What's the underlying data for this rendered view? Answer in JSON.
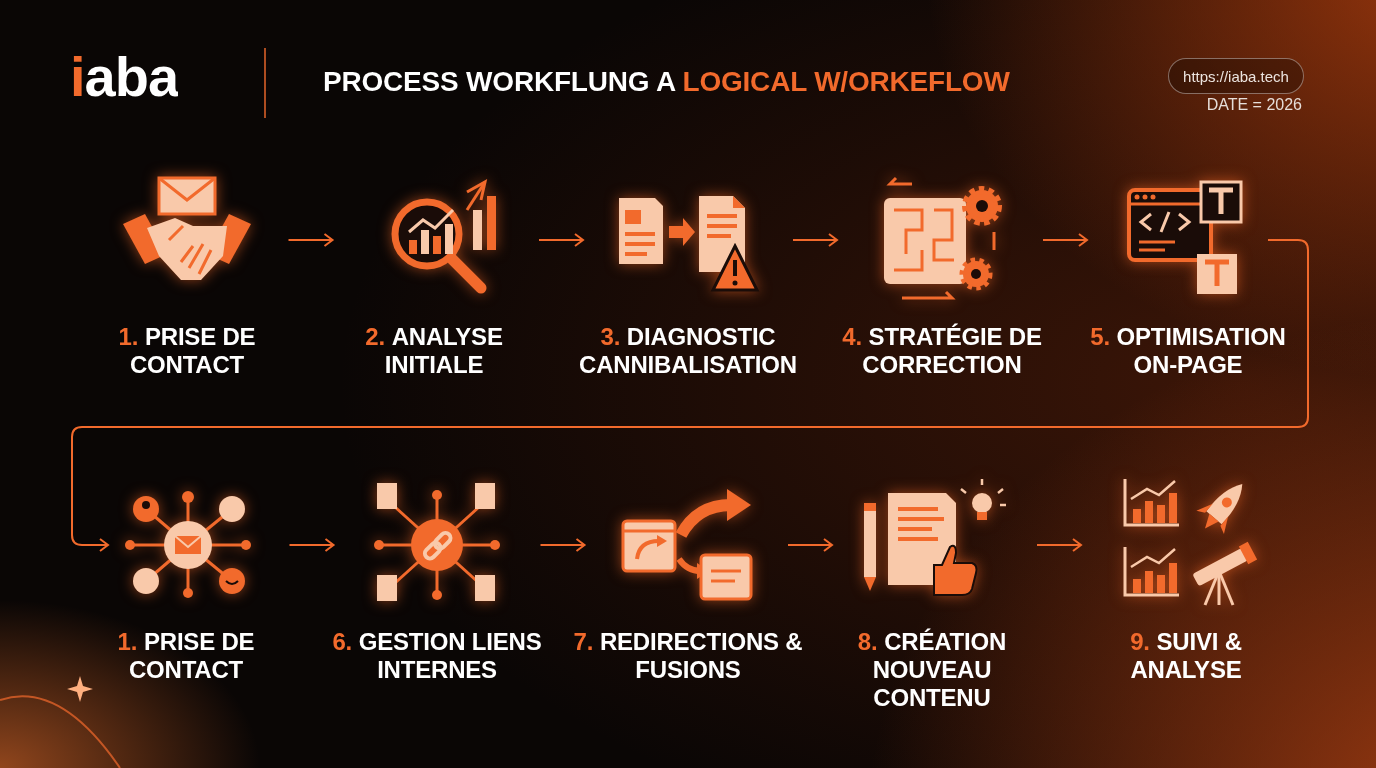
{
  "diagram": {
    "title": "PROCESS WORKFLUNG A LOGICAL W/ORKEFLOW",
    "nodes": [
      {
        "text": [
          "https://iaba.tech"
        ]
      },
      {
        "text": [
          "1.",
          "PRISE DE CONTACT"
        ]
      },
      {
        "text": [
          "2.",
          "ANALYSE INITIALE"
        ]
      },
      {
        "text": [
          "3.",
          "DIAGNOSTIC CANNIBALISATION"
        ]
      },
      {
        "text": [
          "4.",
          "STRATÉGIE DE CORRECTION"
        ]
      },
      {
        "text": [
          "5.",
          "OPTIMISATION ON-PAGE"
        ]
      },
      {
        "text": [
          "1.",
          "PRISE DE CONTACT"
        ]
      },
      {
        "text": [
          "6.",
          "GESTION LIENS INTERNES"
        ]
      },
      {
        "text": [
          "7.",
          "REDIRECTIONS & FUSIONS"
        ]
      },
      {
        "text": [
          "8.",
          "CRÉATION NOUVEAU CONTENU"
        ]
      },
      {
        "text": [
          "9.",
          "SUIVI & ANALYSE"
        ]
      }
    ],
    "edges": [
      {
        "from": 1,
        "to": 2,
        "arrow": "to"
      },
      {
        "from": 2,
        "to": 3,
        "arrow": "to"
      },
      {
        "from": 3,
        "to": 4,
        "arrow": "to"
      },
      {
        "from": 4,
        "to": 5,
        "arrow": "to"
      },
      {
        "from": 5,
        "to": 6,
        "arrow": "to"
      },
      {
        "from": 6,
        "to": 7,
        "arrow": "to"
      },
      {
        "from": 7,
        "to": 8,
        "arrow": "to"
      },
      {
        "from": 8,
        "to": 9,
        "arrow": "to"
      },
      {
        "from": 9,
        "to": 10,
        "arrow": "to"
      }
    ],
    "labels": [
      "iaba",
      "DATE = 2026"
    ]
  }
}
